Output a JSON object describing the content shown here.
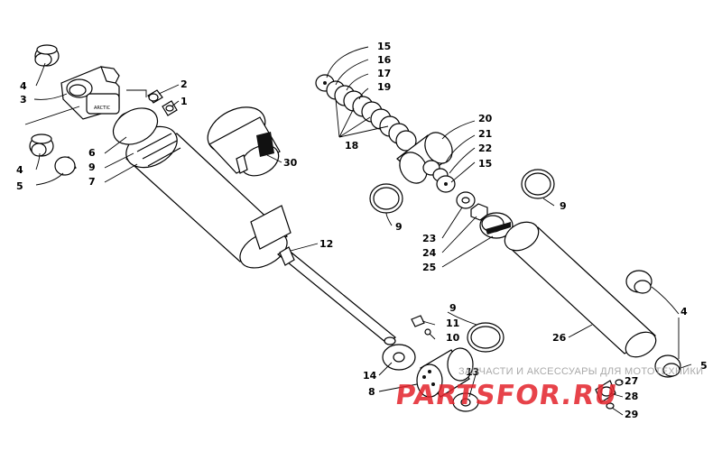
{
  "diagram": {
    "callouts": [
      {
        "id": "c1",
        "label": "1"
      },
      {
        "id": "c2",
        "label": "2"
      },
      {
        "id": "c3",
        "label": "3"
      },
      {
        "id": "c4a",
        "label": "4"
      },
      {
        "id": "c4b",
        "label": "4"
      },
      {
        "id": "c4c",
        "label": "4"
      },
      {
        "id": "c5a",
        "label": "5"
      },
      {
        "id": "c5b",
        "label": "5"
      },
      {
        "id": "c6",
        "label": "6"
      },
      {
        "id": "c7",
        "label": "7"
      },
      {
        "id": "c8",
        "label": "8"
      },
      {
        "id": "c9a",
        "label": "9"
      },
      {
        "id": "c9b",
        "label": "9"
      },
      {
        "id": "c9c",
        "label": "9"
      },
      {
        "id": "c9d",
        "label": "9"
      },
      {
        "id": "c10",
        "label": "10"
      },
      {
        "id": "c11",
        "label": "11"
      },
      {
        "id": "c12",
        "label": "12"
      },
      {
        "id": "c13",
        "label": "13"
      },
      {
        "id": "c14",
        "label": "14"
      },
      {
        "id": "c15a",
        "label": "15"
      },
      {
        "id": "c15b",
        "label": "15"
      },
      {
        "id": "c16",
        "label": "16"
      },
      {
        "id": "c17",
        "label": "17"
      },
      {
        "id": "c18",
        "label": "18"
      },
      {
        "id": "c19",
        "label": "19"
      },
      {
        "id": "c20",
        "label": "20"
      },
      {
        "id": "c21",
        "label": "21"
      },
      {
        "id": "c22",
        "label": "22"
      },
      {
        "id": "c23",
        "label": "23"
      },
      {
        "id": "c24",
        "label": "24"
      },
      {
        "id": "c25",
        "label": "25"
      },
      {
        "id": "c26",
        "label": "26"
      },
      {
        "id": "c27",
        "label": "27"
      },
      {
        "id": "c28",
        "label": "28"
      },
      {
        "id": "c29",
        "label": "29"
      },
      {
        "id": "c30",
        "label": "30"
      }
    ]
  },
  "watermark": {
    "text": "ЗАПЧАСТИ И АКСЕССУАРЫ ДЛЯ МОТОТЕХНИКИ",
    "logo": "PARTSFOR.RU",
    "color": "#e3232b"
  }
}
